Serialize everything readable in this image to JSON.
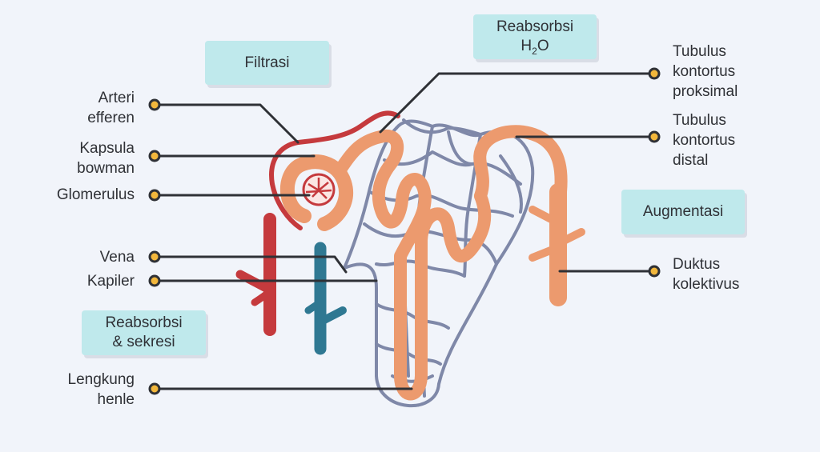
{
  "boxes": {
    "filtrasi": "Filtrasi",
    "reabsorbsi_h2o_main": "Reabsorbsi",
    "reabsorbsi_h2o_formula_h": "H",
    "reabsorbsi_h2o_formula_sub": "2",
    "reabsorbsi_h2o_formula_o": "O",
    "augmentasi": "Augmentasi",
    "reabsorbsi_sekresi_line1": "Reabsorbsi",
    "reabsorbsi_sekresi_line2": "& sekresi"
  },
  "labels_left": {
    "arteri_efferen": [
      "Arteri",
      "efferen"
    ],
    "kapsula_bowman": [
      "Kapsula",
      "bowman"
    ],
    "glomerulus": [
      "Glomerulus"
    ],
    "vena": [
      "Vena"
    ],
    "kapiler": [
      "Kapiler"
    ],
    "lengkung_henle": [
      "Lengkung",
      "henle"
    ]
  },
  "labels_right": {
    "tubulus_proksimal": [
      "Tubulus",
      "kontortus",
      "proksimal"
    ],
    "tubulus_distal": [
      "Tubulus",
      "kontortus",
      "distal"
    ],
    "duktus_kolektivus": [
      "Duktus",
      "kolektivus"
    ]
  },
  "colors": {
    "background": "#f1f4fa",
    "box_fill": "#bfe9ec",
    "tubule": "#ec9a6e",
    "artery": "#c53a3d",
    "vein": "#2f7892",
    "capillary": "#7f88a8",
    "pointer_line": "#2f3136",
    "dot": "#f2b73c"
  }
}
